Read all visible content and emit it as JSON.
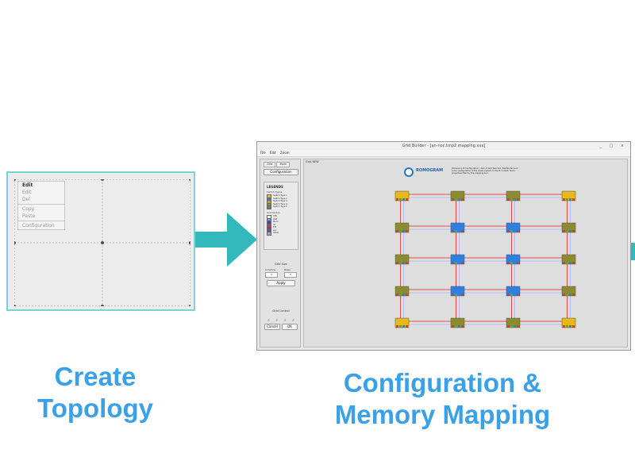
{
  "steps": [
    {
      "caption_line1": "Create",
      "caption_line2": "Topology",
      "menu": [
        "Edit",
        "Edit",
        "Del",
        "Copy",
        "Paste",
        "Configuration"
      ]
    },
    {
      "caption_line1": "Configuration &",
      "caption_line2": "Memory Mapping"
    }
  ],
  "config_window": {
    "title": "Grid Builder - [an-noc.tmp2.mapping.xxx]",
    "window_controls": "_ □ ×",
    "menu": [
      "File",
      "Edit",
      "Zoom"
    ],
    "tabs": [
      "Grid",
      "Mem"
    ],
    "configuration_button": "Configuration",
    "legend_title": "LEGENDS",
    "legend_section_1": "Switch Types",
    "legend_items_1": [
      {
        "label": "Switch Type 1",
        "color": "#e8b71a"
      },
      {
        "label": "Switch Type 2",
        "color": "#2d7fe0"
      },
      {
        "label": "Switch Type 3",
        "color": "#c99a4c"
      },
      {
        "label": "Switch Type 4",
        "color": "#8c8c2e"
      },
      {
        "label": "Switch Type 5",
        "color": "#7a7a7a"
      }
    ],
    "legend_section_2": "Grid Nodes",
    "legend_items_2": [
      {
        "label": "CPU",
        "color": "#ffffff"
      },
      {
        "label": "DSP",
        "color": "#5aa0e6"
      },
      {
        "label": "Mem",
        "color": "#2d4fc4"
      },
      {
        "label": "IO",
        "color": "#d93b2e"
      },
      {
        "label": "Ext",
        "color": "#a12c8a"
      },
      {
        "label": "Acc",
        "color": "#4a5fb4"
      },
      {
        "label": "Other",
        "color": "#aaaaaa"
      }
    ],
    "grid_size_label": "Grid Size",
    "columns_label": "Columns",
    "rows_label": "Rows",
    "columns_value": "4",
    "rows_value": "5",
    "apply_button": "Apply",
    "grid_control_label": "Grid Control",
    "zoom_icons": "⌕ ⌕ ⌕ ⌕",
    "cancel_button": "Cancel",
    "ok_button": "OK",
    "canvas_tab": "Grid NEW",
    "logo_text": "ROMOGRAM",
    "logo_description": "Dimension IP Configuration - NoC of Grid Size 5x4. Distributed and some configuration of the whole system in the IP context. Node properties filled by the mapping tool.",
    "mesh": {
      "columns": 4,
      "rows": 5,
      "node_colors": [
        [
          "#e8b71a",
          "#8c8c2e",
          "#8c8c2e",
          "#e8b71a"
        ],
        [
          "#8c8c2e",
          "#2d7fe0",
          "#2d7fe0",
          "#8c8c2e"
        ],
        [
          "#8c8c2e",
          "#2d7fe0",
          "#2d7fe0",
          "#8c8c2e"
        ],
        [
          "#8c8c2e",
          "#2d7fe0",
          "#2d7fe0",
          "#8c8c2e"
        ],
        [
          "#e8b71a",
          "#8c8c2e",
          "#8c8c2e",
          "#e8b71a"
        ]
      ],
      "link_color": "#e05040"
    }
  },
  "arrow_color": "#33b9bb",
  "caption_color": "#3aa0e8"
}
